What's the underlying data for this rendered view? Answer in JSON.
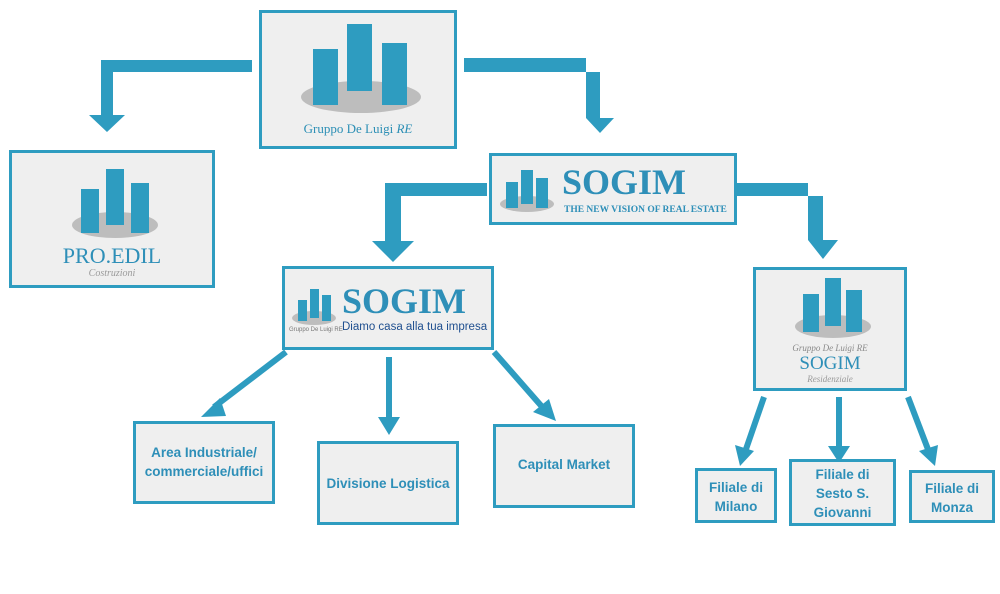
{
  "colors": {
    "accent": "#2e9cc0",
    "box_fill": "#efefef",
    "logo_ellipse": "#bdbdbd"
  },
  "root": {
    "name": "Gruppo De Luigi",
    "suffix": "RE"
  },
  "proedil": {
    "name": "PRO.EDIL",
    "subtitle": "Costruzioni"
  },
  "sogim_main": {
    "name": "SOGIM",
    "tagline": "THE NEW VISION OF REAL ESTATE"
  },
  "sogim_business": {
    "name": "SOGIM",
    "tagline": "Diamo casa alla tua impresa",
    "small_caption": "Gruppo De Luigi RE"
  },
  "sogim_residential": {
    "caption": "Gruppo De Luigi RE",
    "name": "SOGIM",
    "subtitle": "Residenziale"
  },
  "business_units": [
    {
      "label_line1": "Area Industriale/",
      "label_line2": "commerciale/uffici"
    },
    {
      "label_line1": "Divisione Logistica",
      "label_line2": ""
    },
    {
      "label_line1": "Capital Market",
      "label_line2": ""
    }
  ],
  "branches": [
    {
      "label_line1": "Filiale di",
      "label_line2": "Milano",
      "label_line3": ""
    },
    {
      "label_line1": "Filiale di",
      "label_line2": "Sesto S.",
      "label_line3": "Giovanni"
    },
    {
      "label_line1": "Filiale di",
      "label_line2": "Monza",
      "label_line3": ""
    }
  ]
}
